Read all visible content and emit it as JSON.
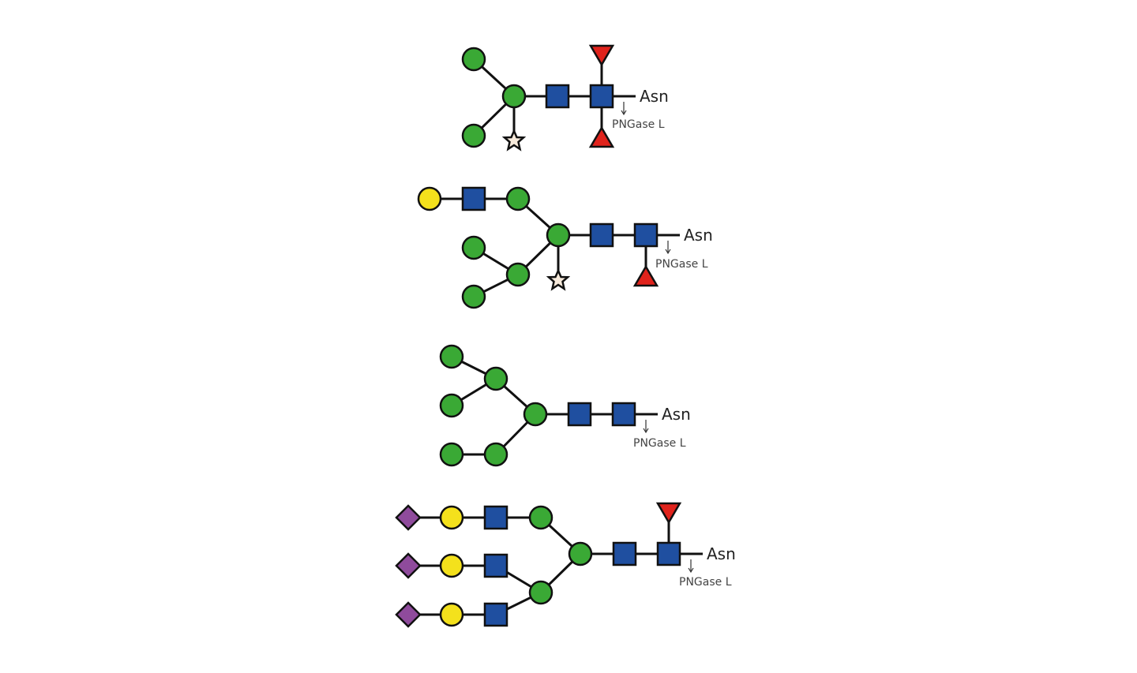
{
  "glycans": [
    {
      "reducing_end": "Asn",
      "enzyme": "PNGase L"
    },
    {
      "reducing_end": "Asn",
      "enzyme": "PNGase L"
    },
    {
      "reducing_end": "Asn",
      "enzyme": "PNGase L"
    },
    {
      "reducing_end": "Asn",
      "enzyme": "PNGase L"
    }
  ],
  "colors": {
    "mannose": "#3aa935",
    "glcnac": "#1f4fa0",
    "galactose": "#f4e11c",
    "fucose": "#e0231c",
    "sialic_acid": "#8f4b9c",
    "xylose": "#f7eadb"
  }
}
